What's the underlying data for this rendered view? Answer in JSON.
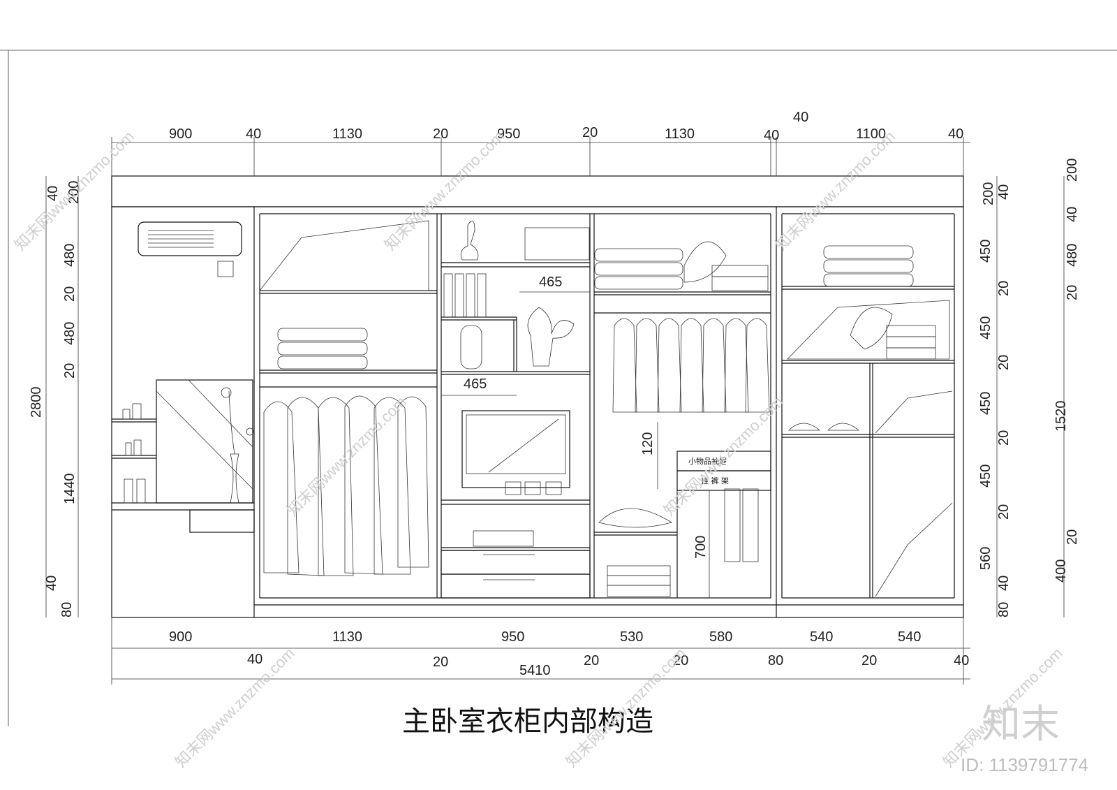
{
  "title": "主卧室衣柜内部构造",
  "labels": {
    "drawer": "小物品抽屉",
    "rack": "挂 裤 架"
  },
  "watermark": {
    "text": "知末网www.znzmo.com",
    "logo": "知末",
    "id": "ID: 1139791774"
  },
  "dims": {
    "top": [
      "900",
      "40",
      "1130",
      "20",
      "950",
      "20",
      "1130",
      "40",
      "40",
      "1100",
      "40"
    ],
    "bottom_row1": [
      "900",
      "1130",
      "950",
      "530",
      "580",
      "540",
      "540"
    ],
    "bottom_row2": [
      "40",
      "20",
      "20",
      "20",
      "80",
      "20",
      "40"
    ],
    "overall_width": "5410",
    "left": [
      "40",
      "200",
      "480",
      "20",
      "480",
      "20",
      "1440",
      "40",
      "80"
    ],
    "overall_height": "2800",
    "right_inner": [
      "200",
      "40",
      "450",
      "20",
      "450",
      "20",
      "450",
      "20",
      "450",
      "20",
      "560",
      "40",
      "80"
    ],
    "right_outer": [
      "200",
      "40",
      "480",
      "20",
      "1520",
      "20",
      "400"
    ],
    "internal": [
      "465",
      "465",
      "120",
      "700"
    ]
  }
}
